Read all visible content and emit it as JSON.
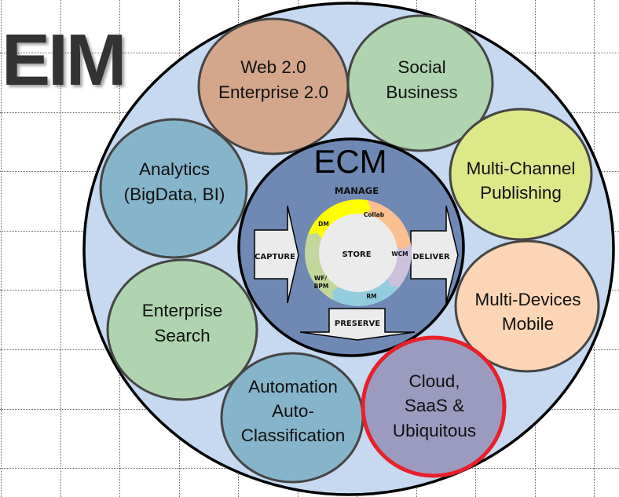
{
  "title": "EIM",
  "colors": {
    "outer_fill": "#c6d9f0",
    "ecm_fill": "#7088b4",
    "web20": "#d4a78d",
    "social": "#afd4af",
    "analytics": "#86b4ca",
    "search": "#afd4af",
    "automation": "#86b4ca",
    "cloud": "#9b9bc0",
    "cloud_border": "#e8202a",
    "multichannel": "#dde889",
    "multidevices": "#fbd5b5",
    "arrow_fill": "#ebebeb",
    "wheel_dm": "#ffff00",
    "wheel_collab": "#fbbf90",
    "wheel_wcm": "#ccc0dd",
    "wheel_rm": "#93cddd",
    "wheel_wfbpm": "#c3d69b",
    "store_fill": "#ebebeb"
  },
  "outer": {
    "circles": [
      {
        "id": "web20",
        "lines": [
          "Web 2.0",
          "Enterprise 2.0"
        ]
      },
      {
        "id": "social",
        "lines": [
          "Social",
          "Business"
        ]
      },
      {
        "id": "analytics",
        "lines": [
          "Analytics",
          "(BigData, BI)"
        ]
      },
      {
        "id": "multichannel",
        "lines": [
          "Multi-Channel",
          "Publishing"
        ]
      },
      {
        "id": "search",
        "lines": [
          "Enterprise",
          "Search"
        ]
      },
      {
        "id": "multidevices",
        "lines": [
          "Multi-Devices",
          "Mobile"
        ]
      },
      {
        "id": "automation",
        "lines": [
          "Automation",
          "Auto-",
          "Classification"
        ]
      },
      {
        "id": "cloud",
        "lines": [
          "Cloud,",
          "SaaS &",
          "Ubiquitous"
        ],
        "highlighted": true
      }
    ]
  },
  "ecm": {
    "title": "ECM",
    "manage": "MANAGE",
    "capture": "CAPTURE",
    "deliver": "DELIVER",
    "preserve": "PRESERVE",
    "store": "STORE",
    "wheel": [
      "DM",
      "Collab",
      "WCM",
      "RM",
      "WF/",
      "BPM"
    ]
  }
}
